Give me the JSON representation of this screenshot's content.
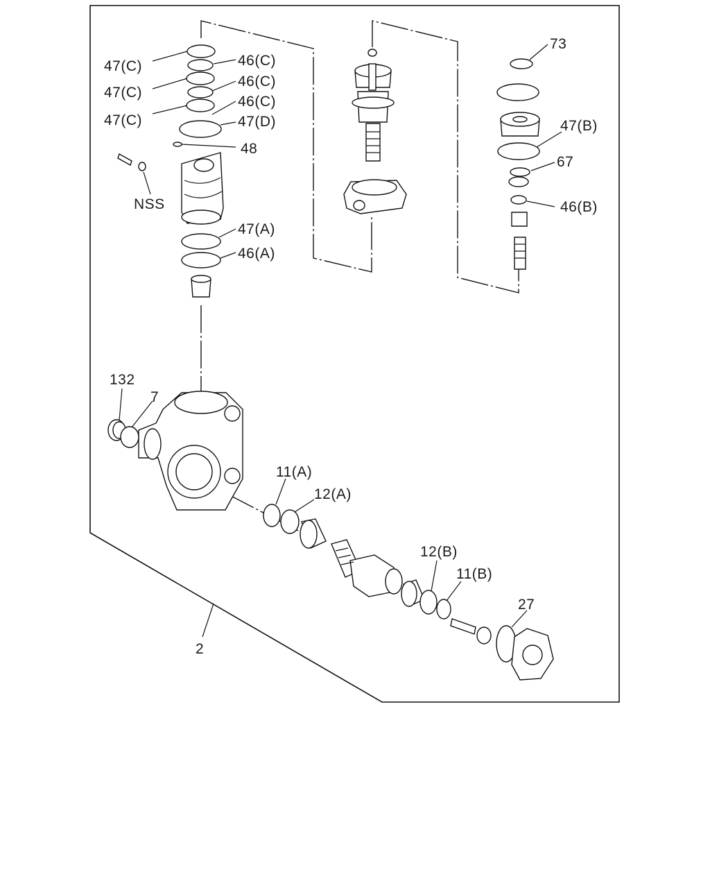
{
  "labels": {
    "l47c_1": "47(C)",
    "l46c_1": "46(C)",
    "l47c_2": "47(C)",
    "l46c_2": "46(C)",
    "l47c_3": "47(C)",
    "l46c_3": "46(C)",
    "l47d": "47(D)",
    "l48": "48",
    "lnss": "NSS",
    "l47a": "47(A)",
    "l46a": "46(A)",
    "l73": "73",
    "l47b": "47(B)",
    "l67": "67",
    "l46b": "46(B)",
    "l132": "132",
    "l7": "7",
    "l11a": "11(A)",
    "l12a": "12(A)",
    "l12b": "12(B)",
    "l11b": "11(B)",
    "l27": "27",
    "l2": "2"
  }
}
